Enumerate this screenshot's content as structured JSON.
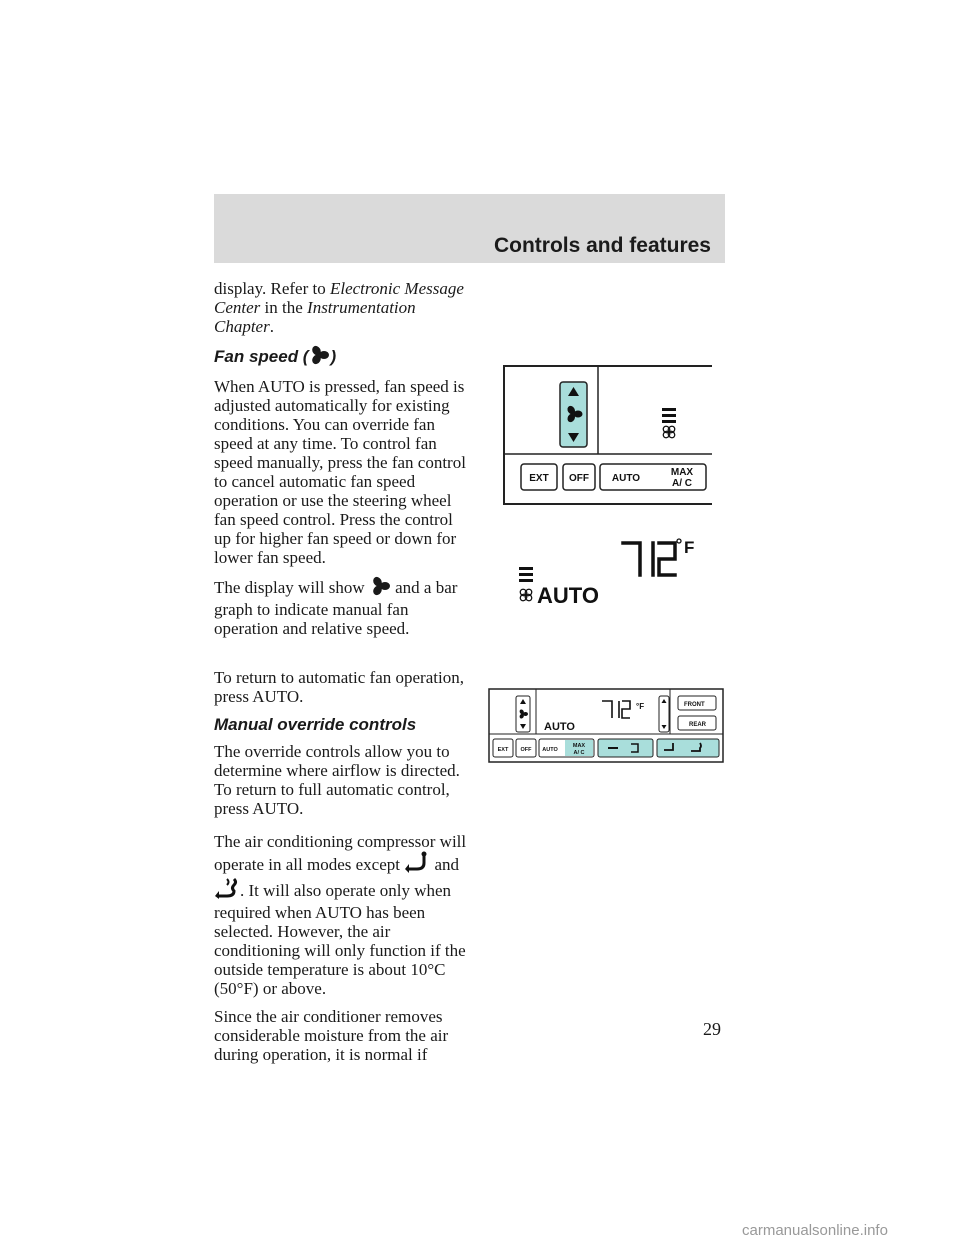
{
  "header": {
    "title": "Controls and features"
  },
  "text": {
    "p1_a": "display. Refer to ",
    "p1_b": "Electronic Message Center",
    "p1_c": " in the ",
    "p1_d": "Instrumentation Chapter",
    "p1_e": ".",
    "h_fan_a": "Fan speed (",
    "h_fan_b": ")",
    "p2": "When AUTO is pressed, fan speed is adjusted automatically for existing conditions. You can override fan speed at any time. To control fan speed manually, press the fan control to cancel automatic fan speed operation or use the steering wheel fan speed control. Press the control up for higher fan speed or down for lower fan speed.",
    "p3_a": "The display will show ",
    "p3_b": " and a bar graph to indicate manual fan operation and relative speed.",
    "p4": "To return to automatic fan operation, press AUTO.",
    "h_override": "Manual override controls",
    "p5": "The override controls allow you to determine where airflow is directed. To return to full automatic control, press AUTO.",
    "p6_a": "The air conditioning compressor will operate in all modes except ",
    "p6_b": " and ",
    "p6_c": ". It will also operate only when required when AUTO has been selected. However, the air conditioning will only function if the outside temperature is about 10°C (50°F) or above.",
    "p7": "Since the air conditioner removes considerable moisture from the air during operation, it is normal if"
  },
  "figure1": {
    "buttons": [
      "EXT",
      "OFF",
      "AUTO"
    ],
    "max_label": "MAX",
    "ac_label": "A/ C"
  },
  "figure2": {
    "temp_unit": "°F",
    "mode": "AUTO"
  },
  "figure3": {
    "unit": "°F",
    "mode": "AUTO",
    "front": "FRONT",
    "rear": "REAR",
    "buttons": [
      "EXT",
      "OFF",
      "AUTO"
    ],
    "max_label": "MAX",
    "ac_label": "A/ C"
  },
  "page_number": "29",
  "footer": "carmanualsonline.info"
}
